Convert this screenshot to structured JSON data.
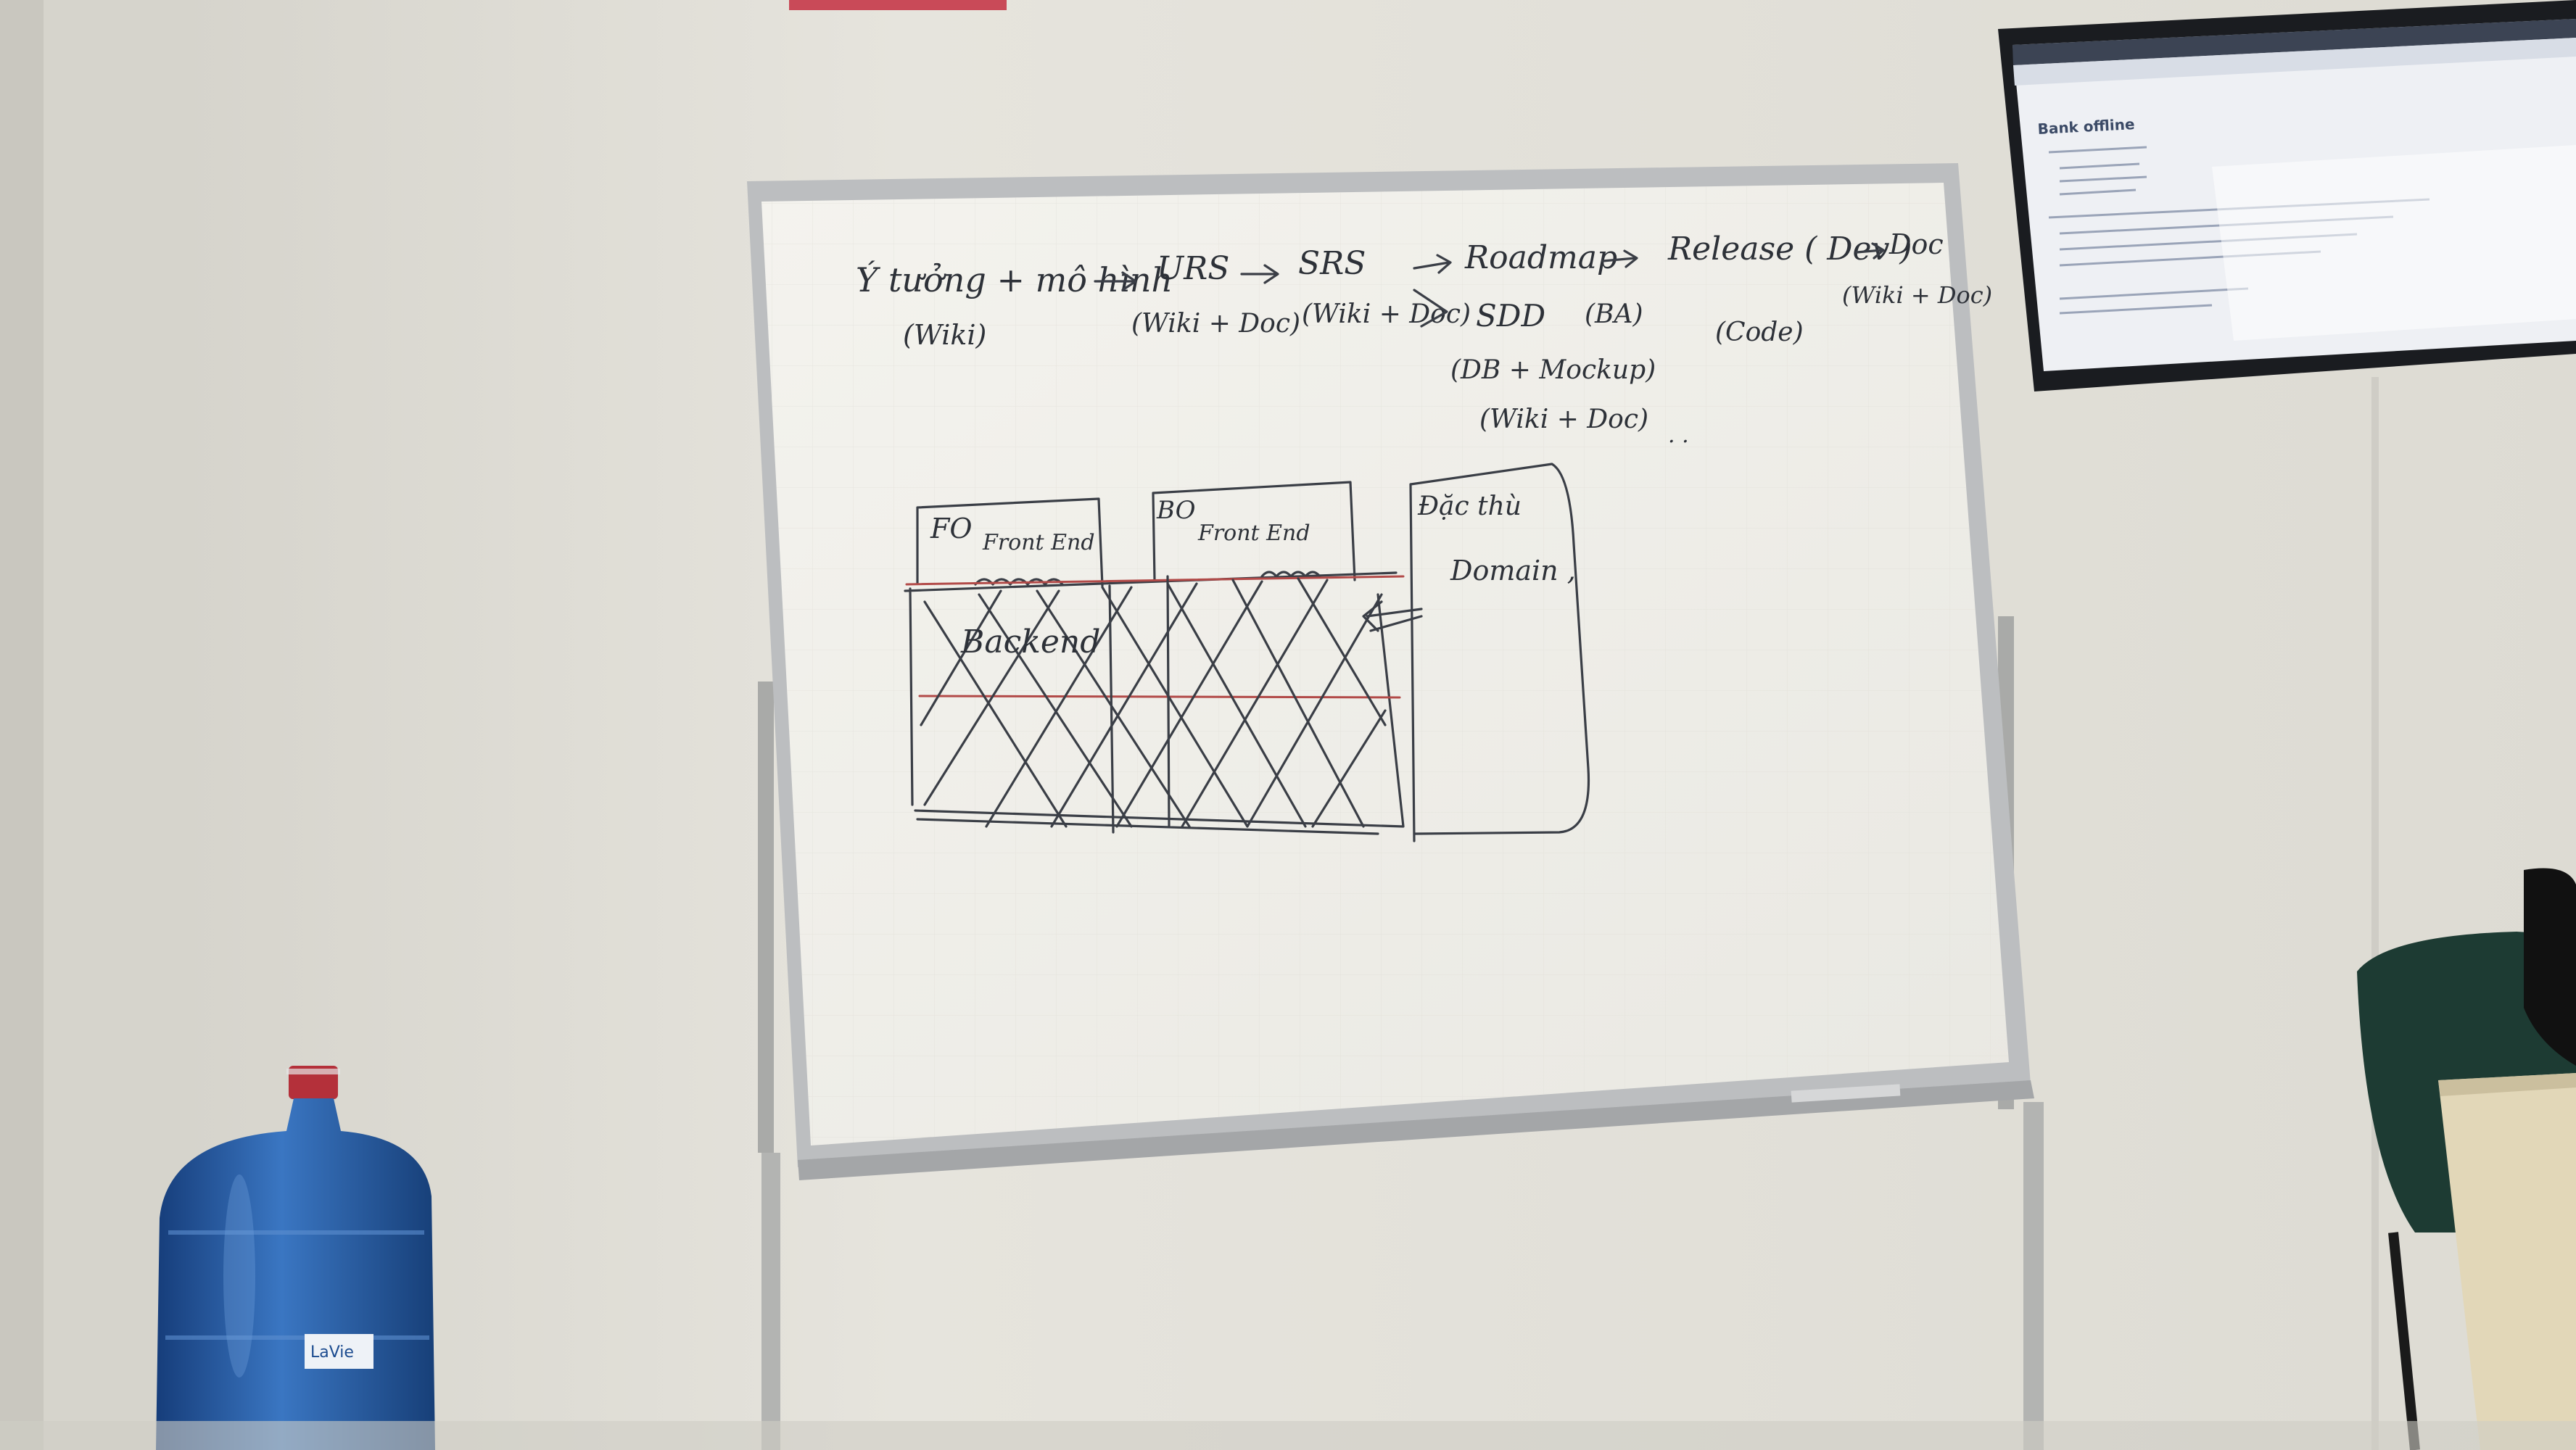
{
  "scene": {
    "kind": "photo of whiteboard in office room",
    "colors": {
      "wall": "#e3e1da",
      "board_surface": "#f2f1ec",
      "board_frame": "#b9bbbd",
      "ink": "#2d3138",
      "red_ink": "#b24a48",
      "water_bottle": "#2a5fa8",
      "chair": "#1d3b33",
      "tv_screen": "#eef0f4"
    }
  },
  "whiteboard": {
    "workflow": {
      "step1": "Ý tưởng + mô hình",
      "step1_note": "(Wiki)",
      "step2": "URS",
      "step2_note": "(Wiki + Doc)",
      "step3": "SRS",
      "step3_note": "(Wiki + Doc)",
      "step4": "Roadmap",
      "step4b": "SDD",
      "step4b_note": "(BA)",
      "step4c_note": "(DB + Mockup)",
      "step4d_note": "(Wiki + Doc)",
      "step5": "Release ( Dev )",
      "step5_note": "(Code)",
      "step6": "Doc",
      "step6_note": "(Wiki + Doc)"
    },
    "diagram": {
      "box1_title": "FO",
      "box1_sub": "Front End",
      "box2_title": "BO",
      "box2_sub": "Front End",
      "shared_label": "Backend",
      "box3_title": "Đặc thù",
      "box3_sub": "Domain ,"
    }
  },
  "monitor": {
    "page_heading": "Bank offline"
  },
  "bottle": {
    "label": "LaVie"
  }
}
